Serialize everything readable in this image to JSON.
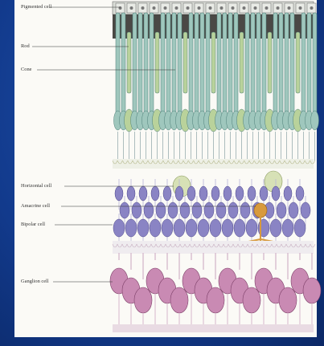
{
  "diagram": {
    "labels": {
      "pigmented": "Pigmented cell",
      "rod": "Rod",
      "cone": "Cone",
      "horizontal": "Horizontal cell",
      "amacrine": "Amacrine cell",
      "bipolar": "Bipolar cell",
      "ganglion": "Ganglion cell"
    },
    "colors": {
      "background": "#123a8c",
      "plate": "#fbfaf6",
      "photoreceptor": "#9fc7bd",
      "photoreceptor_dark": "#4d7f78",
      "cone": "#b9d29b",
      "horizontal": "#d7e1b6",
      "amacrine": "#d89a3c",
      "bipolar": "#8a84c4",
      "ganglion": "#c98ab3",
      "pigment": "#2a2826"
    }
  }
}
